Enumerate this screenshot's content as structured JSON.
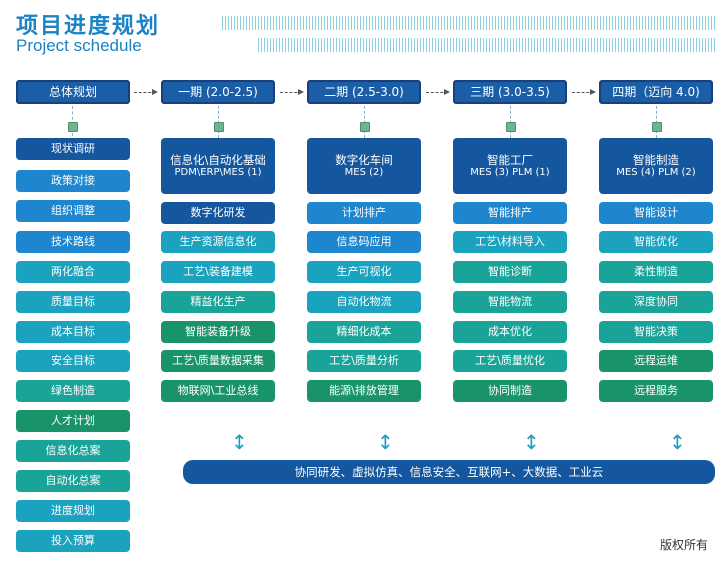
{
  "title": {
    "cn": "项目进度规划",
    "en": "Project schedule"
  },
  "headers": [
    "总体规划",
    "一期 (2.0-2.5)",
    "二期 (2.5-3.0)",
    "三期 (3.0-3.5)",
    "四期（迈向 4.0)"
  ],
  "left_items": [
    "现状调研",
    "政策对接",
    "组织调整",
    "技术路线",
    "两化融合",
    "质量目标",
    "成本目标",
    "安全目标",
    "绿色制造",
    "人才计划",
    "信息化总案",
    "自动化总案",
    "进度规划",
    "投入预算"
  ],
  "phases": [
    {
      "line1": "信息化\\自动化基础",
      "line2": "PDM\\ERP\\MES (1)",
      "items": [
        "数字化研发",
        "生产资源信息化",
        "工艺\\装备建模",
        "精益化生产",
        "智能装备升级",
        "工艺\\质量数据采集",
        "物联网\\工业总线"
      ]
    },
    {
      "line1": "数字化车间",
      "line2": "MES (2)",
      "items": [
        "计划排产",
        "信息码应用",
        "生产可视化",
        "自动化物流",
        "精细化成本",
        "工艺\\质量分析",
        "能源\\排放管理"
      ]
    },
    {
      "line1": "智能工厂",
      "line2": "MES (3) PLM (1)",
      "items": [
        "智能排产",
        "工艺\\材料导入",
        "智能诊断",
        "智能物流",
        "成本优化",
        "工艺\\质量优化",
        "协同制造"
      ]
    },
    {
      "line1": "智能制造",
      "line2": "MES (4) PLM (2)",
      "items": [
        "智能设计",
        "智能优化",
        "柔性制造",
        "深度协同",
        "智能决策",
        "远程运维",
        "远程服务"
      ]
    }
  ],
  "bottom_bar": "协同研发、虚拟仿真、信息安全、互联网+、大数据、工业云",
  "copyright": "版权所有",
  "icons": {
    "node": "square-node-icon",
    "arrow": "double-arrow-icon"
  }
}
